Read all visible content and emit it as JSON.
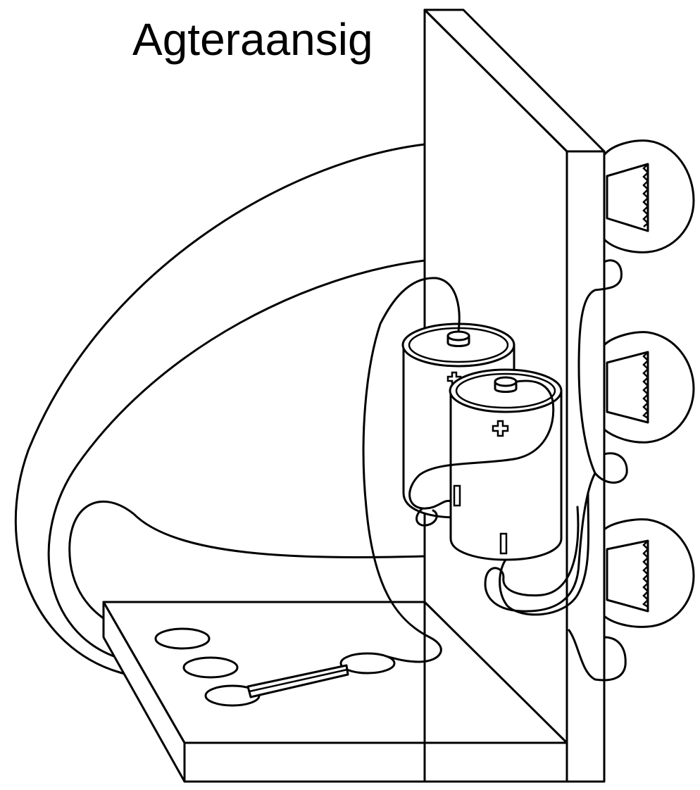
{
  "title": "Agteraansig",
  "components": {
    "bulbs": 3,
    "cells": 2,
    "contacts": 4
  },
  "colors": {
    "stroke": "#000000",
    "background": "#ffffff"
  }
}
